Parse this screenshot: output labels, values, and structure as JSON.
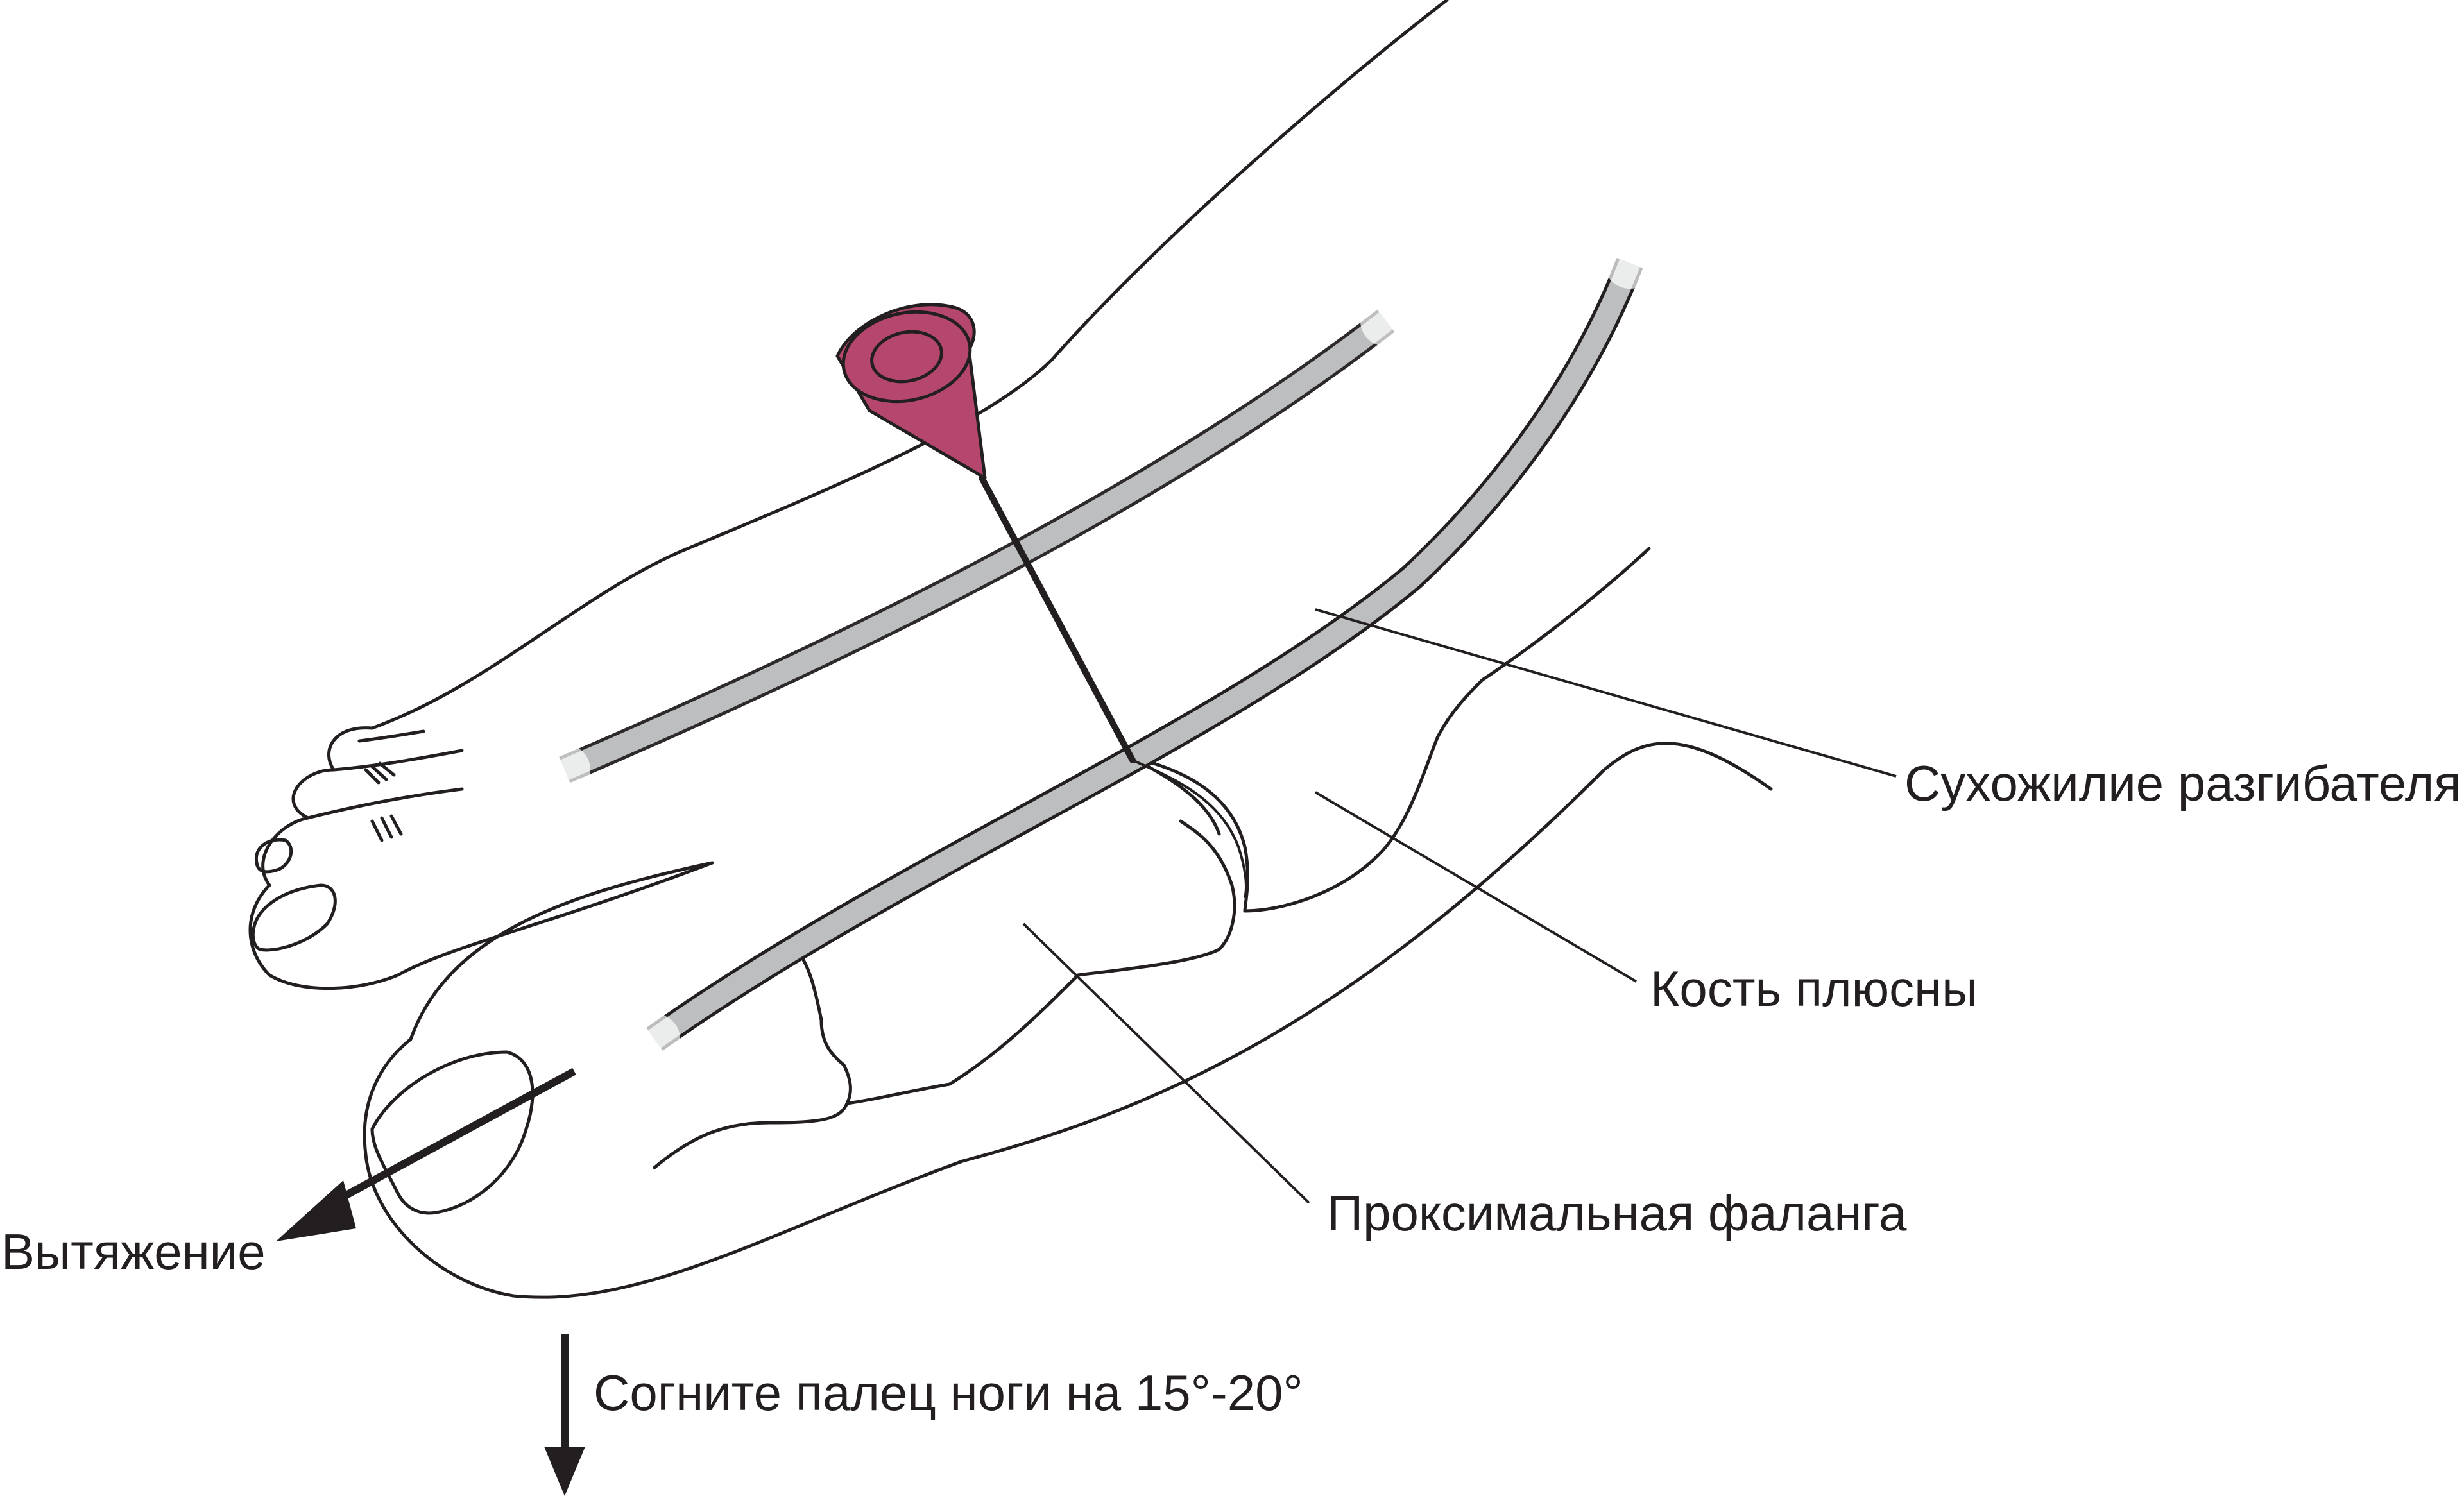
{
  "labels": {
    "extensor_tendon": "Сухожилие разгибателя",
    "metatarsal_bone": "Кость плюсны",
    "proximal_phalanx": "Проксимальная фаланга",
    "traction": "Вытяжение",
    "flex_toe": "Согните палец ноги на 15°-20°"
  },
  "colors": {
    "line": "#231f20",
    "tendon_fill": "#bcbec0",
    "needle_hub": "#b5476f"
  }
}
